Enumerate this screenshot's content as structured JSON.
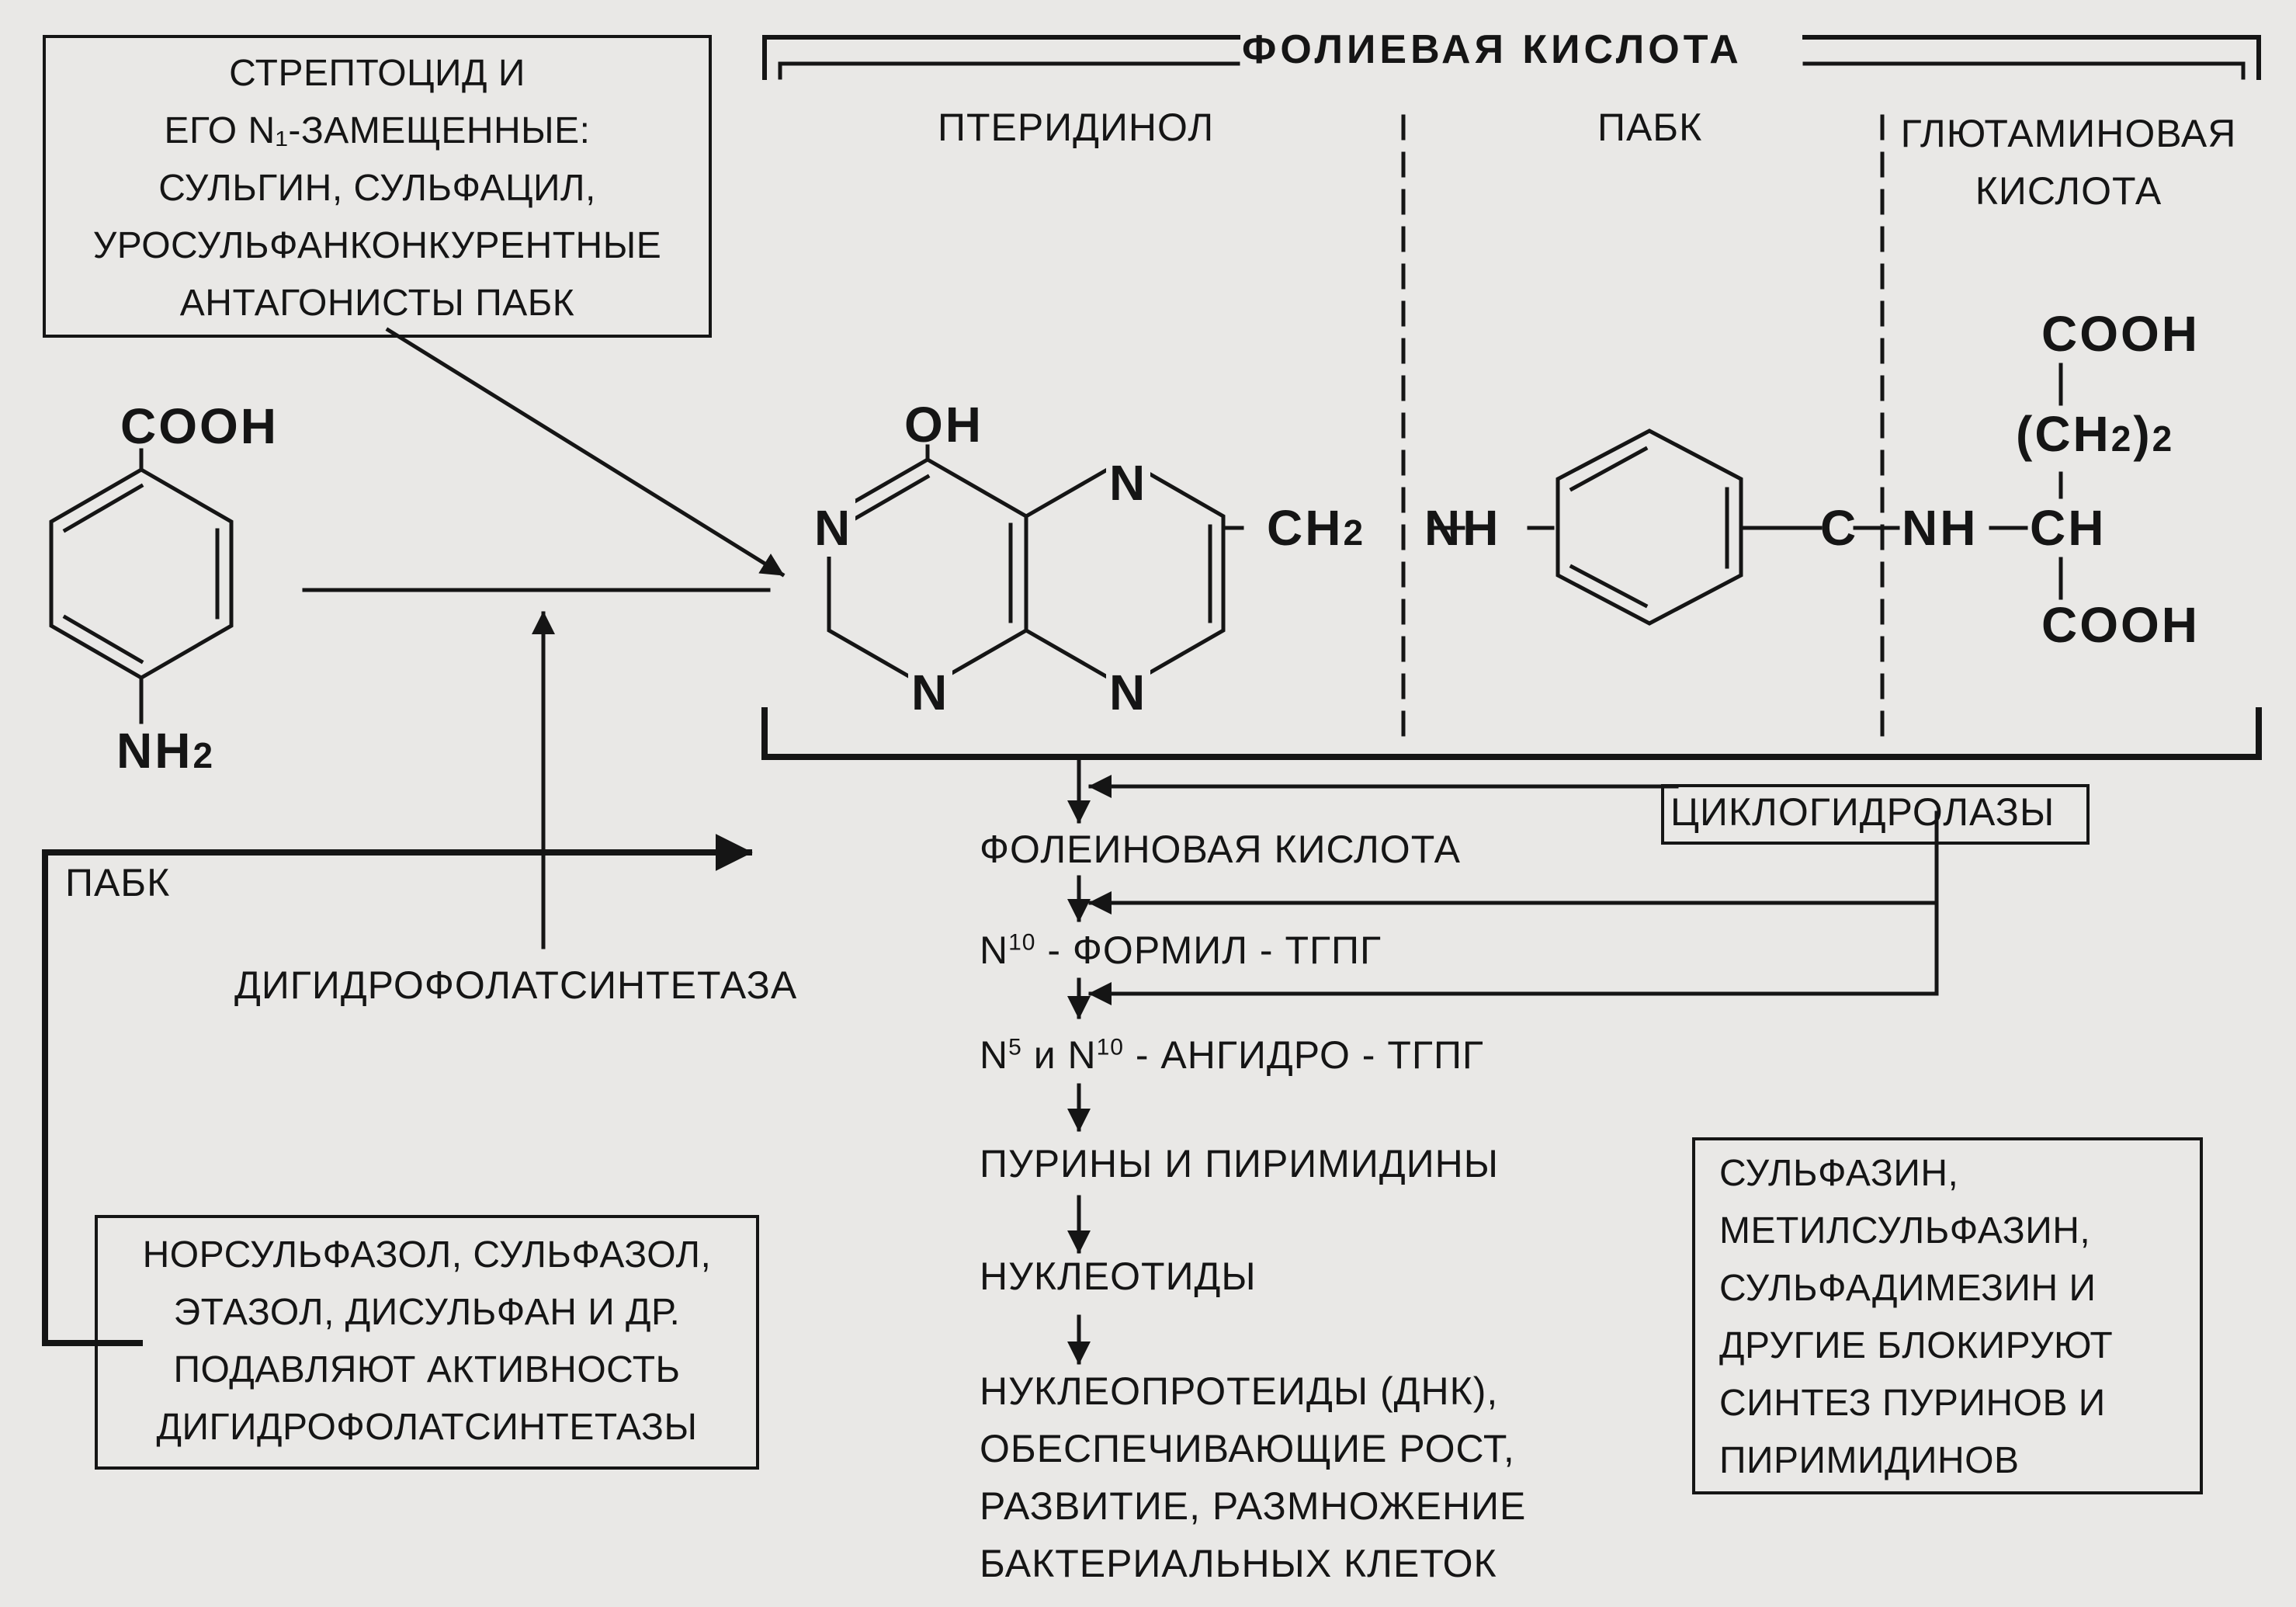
{
  "boxes": {
    "streptocid": [
      "СТРЕПТОЦИД И",
      "ЕГО N₁-ЗАМЕЩЕННЫЕ:",
      "СУЛЬГИН, СУЛЬФАЦИЛ,",
      "УРОСУЛЬФАНКОНКУРЕНТНЫЕ",
      "АНТАГОНИСТЫ ПАБК"
    ],
    "norsulfazol": [
      "НОРСУЛЬФАЗОЛ, СУЛЬФАЗОЛ,",
      "ЭТАЗОЛ, ДИСУЛЬФАН И ДР.",
      "ПОДАВЛЯЮТ АКТИВНОСТЬ",
      "ДИГИДРОФОЛАТСИНТЕТАЗЫ"
    ],
    "sulfazin": [
      "СУЛЬФАЗИН,",
      "МЕТИЛСУЛЬФАЗИН,",
      "СУЛЬФАДИМЕЗИН И",
      "ДРУГИЕ БЛОКИРУЮТ",
      "СИНТЕЗ ПУРИНОВ И",
      "ПИРИМИДИНОВ"
    ],
    "cyclohydrolase": "ЦИКЛОГИДРОЛАЗЫ"
  },
  "folic_acid": {
    "title": "ФОЛИЕВАЯ КИСЛОТА",
    "parts": {
      "pteridinol": "ПТЕРИДИНОЛ",
      "pabk": "ПАБК",
      "glutamic_line1": "ГЛЮТАМИНОВАЯ",
      "glutamic_line2": "КИСЛОТА"
    }
  },
  "paba_molecule": {
    "top_group": "COOH",
    "bottom_group_main": "NH",
    "bottom_group_sub": "2"
  },
  "pteridine": {
    "oh": "OH",
    "n": "N"
  },
  "chain": {
    "ch2_main": "CH",
    "ch2_sub": "2",
    "nh": "NH",
    "c": "C",
    "nh2": "NH",
    "ch": "CH",
    "cooh_top": "COOH",
    "ch2g_main": "(CH",
    "ch2g_sub": "2",
    "ch2g_tail": ")",
    "ch2g_index": "2",
    "cooh_bottom": "COOH"
  },
  "labels": {
    "pabk_left": "ПАБК",
    "dihydrofolate_synthetase": "ДИГИДРОФОЛАТСИНТЕТАЗА"
  },
  "pathway": {
    "step1": "ФОЛЕИНОВАЯ КИСЛОТА",
    "step2_n": "N",
    "step2_sup": "10",
    "step2_rest": " - ФОРМИЛ - ТГПГ",
    "step3_n": "N",
    "step3_sup1": "5",
    "step3_mid": " и N",
    "step3_sup2": "10",
    "step3_rest": " - АНГИДРО - ТГПГ",
    "step4": "ПУРИНЫ И ПИРИМИДИНЫ",
    "step5": "НУКЛЕОТИДЫ",
    "step6": [
      "НУКЛЕОПРОТЕИДЫ (ДНК),",
      "ОБЕСПЕЧИВАЮЩИЕ РОСТ,",
      "РАЗВИТИЕ, РАЗМНОЖЕНИЕ",
      "БАКТЕРИАЛЬНЫХ КЛЕТОК"
    ]
  },
  "colors": {
    "ink": "#151515",
    "paper": "#e9e8e6"
  }
}
